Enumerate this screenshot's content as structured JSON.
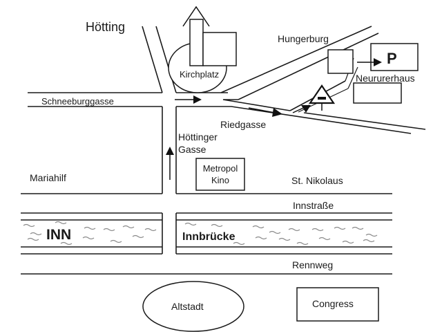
{
  "map": {
    "colors": {
      "ink": "#1a1a1a",
      "water_waves": "#8a8a8a",
      "background": "#ffffff"
    },
    "districts": {
      "hoetting": "Hötting",
      "mariahilf": "Mariahilf",
      "st_nikolaus": "St. Nikolaus",
      "hungerburg": "Hungerburg"
    },
    "streets": {
      "schneeburggasse": "Schneeburggasse",
      "riedgasse": "Riedgasse",
      "hoettinger_gasse_1": "Höttinger",
      "hoettinger_gasse_2": "Gasse",
      "innstrasse": "Innstraße",
      "rennweg": "Rennweg"
    },
    "river": {
      "name": "INN",
      "bridge": "Innbrücke"
    },
    "places": {
      "kirchplatz": "Kirchplatz",
      "metropol_1": "Metropol",
      "metropol_2": "Kino",
      "neururerhaus": "Neururerhaus",
      "parking": "P",
      "altstadt": "Altstadt",
      "congress": "Congress"
    },
    "icons": [
      "north-arrow-icon",
      "direction-arrow-icon",
      "warning-sign-icon",
      "parking-icon",
      "water-wave-icon"
    ]
  }
}
